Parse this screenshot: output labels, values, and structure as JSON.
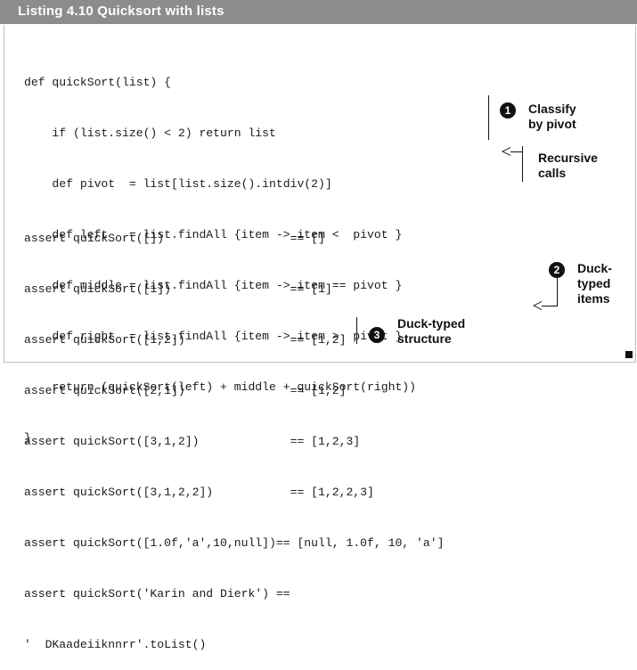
{
  "listing_title": "Listing 4.10   Quicksort with lists",
  "code_lines": [
    "def quickSort(list) {",
    "    if (list.size() < 2) return list",
    "    def pivot  = list[list.size().intdiv(2)]",
    "    def left   = list.findAll {item -> item <  pivot }",
    "    def middle = list.findAll {item -> item == pivot }",
    "    def right  = list.findAll {item -> item >  pivot }",
    "    return (quickSort(left) + middle + quickSort(right))",
    "}"
  ],
  "assert_lines": [
    "assert quickSort([])                  == []",
    "assert quickSort([1])                 == [1]",
    "assert quickSort([1,2])               == [1,2]",
    "assert quickSort([2,1])               == [1,2]",
    "assert quickSort([3,1,2])             == [1,2,3]",
    "assert quickSort([3,1,2,2])           == [1,2,2,3]",
    "assert quickSort([1.0f,'a',10,null])== [null, 1.0f, 10, 'a']",
    "assert quickSort('Karin and Dierk') ==",
    "'  DKaadeiiknnrr'.toList()"
  ],
  "callouts": {
    "c1": {
      "number": "1",
      "text": "Classify\nby pivot"
    },
    "recursive": {
      "text": "Recursive\ncalls"
    },
    "c2": {
      "number": "2",
      "text": "Duck-\ntyped\nitems"
    },
    "c3": {
      "number": "3",
      "text": "Duck-typed\nstructure"
    }
  }
}
